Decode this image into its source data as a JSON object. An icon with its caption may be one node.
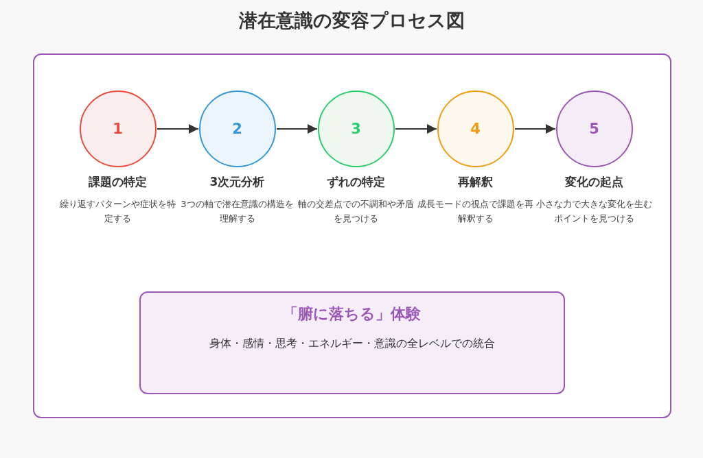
{
  "diagram": {
    "title": "潜在意識の変容プロセス図",
    "nodes": [
      {
        "text": [],
        "shape": "box"
      },
      {
        "text": [
          "1"
        ],
        "in": 0,
        "beside": [
          "課題の特定",
          "繰り返すパターンや症状を特定する"
        ]
      },
      {
        "text": [
          "2"
        ],
        "in": 0,
        "beside": [
          "3次元分析",
          "3つの軸で潜在意識の構造を理解する"
        ]
      },
      {
        "text": [
          "3"
        ],
        "in": 0,
        "beside": [
          "ずれの特定",
          "軸の交差点での不調和や矛盾を見つける"
        ]
      },
      {
        "text": [
          "4"
        ],
        "in": 0,
        "beside": [
          "再解釈",
          "成長モードの視点で課題を再解釈する"
        ]
      },
      {
        "text": [
          "5"
        ],
        "in": 0,
        "beside": [
          "変化の起点",
          "小さな力で大きな変化を生むポイントを見つける"
        ]
      },
      {
        "text": [
          "「腑に落ちる」体験",
          "身体・感情・思考・エネルギー・意識の全レベルでの統合"
        ],
        "in": 0
      }
    ],
    "edges": [
      {
        "from": 1,
        "to": 2,
        "arrow": "to"
      },
      {
        "from": 2,
        "to": 3,
        "arrow": "to"
      },
      {
        "from": 3,
        "to": 4,
        "arrow": "to"
      },
      {
        "from": 4,
        "to": 5,
        "arrow": "to"
      }
    ]
  }
}
